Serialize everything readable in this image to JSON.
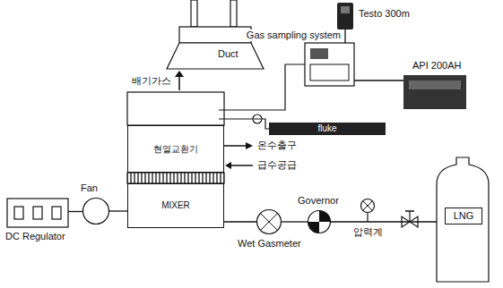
{
  "diagram": {
    "nodes": [
      {
        "text": [
          "Duct"
        ]
      },
      {
        "text": [
          "Testo 300m"
        ]
      },
      {
        "text": [
          "Gas sampling system"
        ]
      },
      {
        "text": [
          "API 200AH"
        ]
      },
      {
        "text": [
          "현열교환기"
        ]
      },
      {
        "text": [
          "fluke"
        ]
      },
      {
        "text": [
          "MIXER"
        ]
      },
      {
        "text": [
          "DC Regulator"
        ]
      },
      {
        "text": [
          "Fan"
        ]
      },
      {
        "text": [
          "Governor"
        ]
      },
      {
        "text": [
          "압력계"
        ]
      },
      {
        "text": [
          "Wet Gasmeter"
        ]
      },
      {
        "text": [
          "LNG"
        ]
      }
    ],
    "edges": [
      {
        "from": 2,
        "to": 1,
        "arrow": "none"
      },
      {
        "from": 2,
        "to": 3,
        "arrow": "none"
      },
      {
        "from": 7,
        "to": 8,
        "arrow": "none"
      },
      {
        "from": 8,
        "to": 6,
        "arrow": "none"
      },
      {
        "from": 6,
        "to": 11,
        "arrow": "none"
      },
      {
        "from": 11,
        "to": 9,
        "arrow": "none"
      },
      {
        "from": 9,
        "to": 12,
        "arrow": "none"
      }
    ],
    "labels": [
      "배기가스",
      "온수출구",
      "급수공급"
    ]
  }
}
